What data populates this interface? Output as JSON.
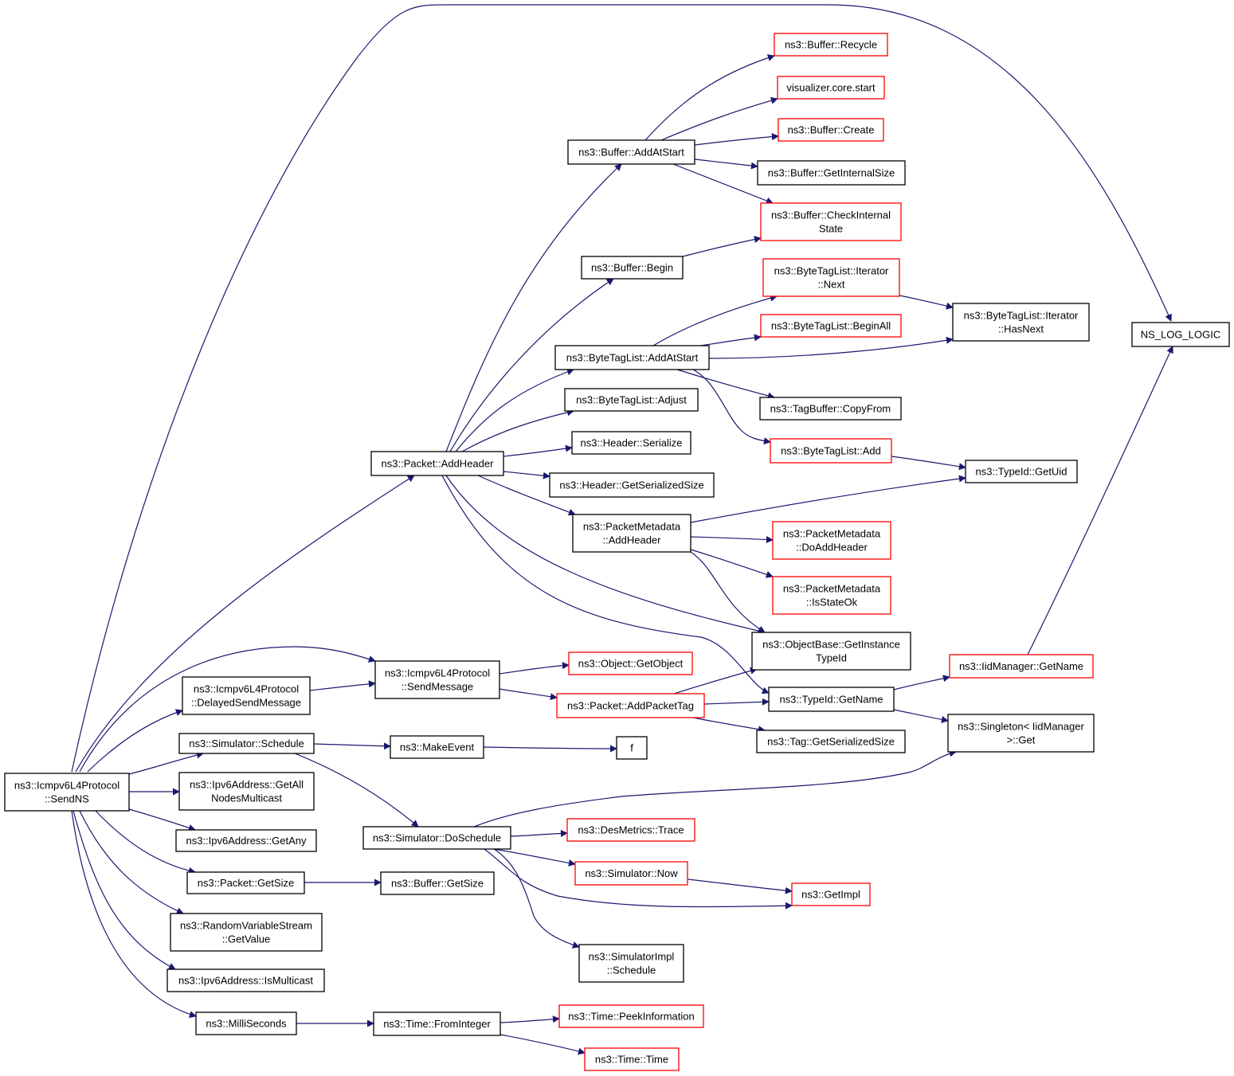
{
  "colors": {
    "edge": "#191970",
    "node_border_black": "#000000",
    "node_border_red": "#ff0000",
    "root_fill": "#bfbfbf"
  },
  "nodes": [
    {
      "id": "sendns",
      "lines": [
        "ns3::Icmpv6L4Protocol",
        "::SendNS"
      ],
      "border": "black",
      "root": true
    },
    {
      "id": "nslog",
      "lines": [
        "NS_LOG_LOGIC"
      ],
      "border": "black"
    },
    {
      "id": "addheader",
      "lines": [
        "ns3::Packet::AddHeader"
      ],
      "border": "black"
    },
    {
      "id": "sendmsg",
      "lines": [
        "ns3::Icmpv6L4Protocol",
        "::SendMessage"
      ],
      "border": "black"
    },
    {
      "id": "delayed",
      "lines": [
        "ns3::Icmpv6L4Protocol",
        "::DelayedSendMessage"
      ],
      "border": "black"
    },
    {
      "id": "schedule",
      "lines": [
        "ns3::Simulator::Schedule"
      ],
      "border": "black"
    },
    {
      "id": "getallnodes",
      "lines": [
        "ns3::Ipv6Address::GetAll",
        "NodesMulticast"
      ],
      "border": "black"
    },
    {
      "id": "getany",
      "lines": [
        "ns3::Ipv6Address::GetAny"
      ],
      "border": "black"
    },
    {
      "id": "pktgetsize",
      "lines": [
        "ns3::Packet::GetSize"
      ],
      "border": "black"
    },
    {
      "id": "rvsgetvalue",
      "lines": [
        "ns3::RandomVariableStream",
        "::GetValue"
      ],
      "border": "black"
    },
    {
      "id": "ismulticast",
      "lines": [
        "ns3::Ipv6Address::IsMulticast"
      ],
      "border": "black"
    },
    {
      "id": "milliseconds",
      "lines": [
        "ns3::MilliSeconds"
      ],
      "border": "black"
    },
    {
      "id": "bufaddatstart",
      "lines": [
        "ns3::Buffer::AddAtStart"
      ],
      "border": "black"
    },
    {
      "id": "bufbegin",
      "lines": [
        "ns3::Buffer::Begin"
      ],
      "border": "black"
    },
    {
      "id": "btlAddAtStart",
      "lines": [
        "ns3::ByteTagList::AddAtStart"
      ],
      "border": "black"
    },
    {
      "id": "btlAdjust",
      "lines": [
        "ns3::ByteTagList::Adjust"
      ],
      "border": "black"
    },
    {
      "id": "hdrSerialize",
      "lines": [
        "ns3::Header::Serialize"
      ],
      "border": "black"
    },
    {
      "id": "hdrGetSerSize",
      "lines": [
        "ns3::Header::GetSerializedSize"
      ],
      "border": "black"
    },
    {
      "id": "pmAddHeader",
      "lines": [
        "ns3::PacketMetadata",
        "::AddHeader"
      ],
      "border": "black"
    },
    {
      "id": "objGetObject",
      "lines": [
        "ns3::Object::GetObject"
      ],
      "border": "red"
    },
    {
      "id": "pktAddPacketTag",
      "lines": [
        "ns3::Packet::AddPacketTag"
      ],
      "border": "red"
    },
    {
      "id": "makeEvent",
      "lines": [
        "ns3::MakeEvent"
      ],
      "border": "black"
    },
    {
      "id": "f",
      "lines": [
        "f"
      ],
      "border": "black"
    },
    {
      "id": "doSchedule",
      "lines": [
        "ns3::Simulator::DoSchedule"
      ],
      "border": "black"
    },
    {
      "id": "bufGetSize",
      "lines": [
        "ns3::Buffer::GetSize"
      ],
      "border": "black"
    },
    {
      "id": "timeFromInteger",
      "lines": [
        "ns3::Time::FromInteger"
      ],
      "border": "black"
    },
    {
      "id": "bufRecycle",
      "lines": [
        "ns3::Buffer::Recycle"
      ],
      "border": "red"
    },
    {
      "id": "vizStart",
      "lines": [
        "visualizer.core.start"
      ],
      "border": "red"
    },
    {
      "id": "bufCreate",
      "lines": [
        "ns3::Buffer::Create"
      ],
      "border": "red"
    },
    {
      "id": "bufGetInternalSize",
      "lines": [
        "ns3::Buffer::GetInternalSize"
      ],
      "border": "black"
    },
    {
      "id": "bufCheckInternal",
      "lines": [
        "ns3::Buffer::CheckInternal",
        "State"
      ],
      "border": "red"
    },
    {
      "id": "btlIterNext",
      "lines": [
        "ns3::ByteTagList::Iterator",
        "::Next"
      ],
      "border": "red"
    },
    {
      "id": "btlBeginAll",
      "lines": [
        "ns3::ByteTagList::BeginAll"
      ],
      "border": "red"
    },
    {
      "id": "tagBufCopyFrom",
      "lines": [
        "ns3::TagBuffer::CopyFrom"
      ],
      "border": "black"
    },
    {
      "id": "btlAdd",
      "lines": [
        "ns3::ByteTagList::Add"
      ],
      "border": "red"
    },
    {
      "id": "pmDoAddHeader",
      "lines": [
        "ns3::PacketMetadata",
        "::DoAddHeader"
      ],
      "border": "red"
    },
    {
      "id": "pmIsStateOk",
      "lines": [
        "ns3::PacketMetadata",
        "::IsStateOk"
      ],
      "border": "red"
    },
    {
      "id": "objBaseGetInstance",
      "lines": [
        "ns3::ObjectBase::GetInstance",
        "TypeId"
      ],
      "border": "black"
    },
    {
      "id": "typeIdGetName",
      "lines": [
        "ns3::TypeId::GetName"
      ],
      "border": "black"
    },
    {
      "id": "tagGetSerSize",
      "lines": [
        "ns3::Tag::GetSerializedSize"
      ],
      "border": "black"
    },
    {
      "id": "desMetricsTrace",
      "lines": [
        "ns3::DesMetrics::Trace"
      ],
      "border": "red"
    },
    {
      "id": "simNow",
      "lines": [
        "ns3::Simulator::Now"
      ],
      "border": "red"
    },
    {
      "id": "getImpl",
      "lines": [
        "ns3::GetImpl"
      ],
      "border": "red"
    },
    {
      "id": "simImplSchedule",
      "lines": [
        "ns3::SimulatorImpl",
        "::Schedule"
      ],
      "border": "black"
    },
    {
      "id": "timePeekInfo",
      "lines": [
        "ns3::Time::PeekInformation"
      ],
      "border": "red"
    },
    {
      "id": "timeTime",
      "lines": [
        "ns3::Time::Time"
      ],
      "border": "red"
    },
    {
      "id": "btlIterHasNext",
      "lines": [
        "ns3::ByteTagList::Iterator",
        "::HasNext"
      ],
      "border": "black"
    },
    {
      "id": "typeIdGetUid",
      "lines": [
        "ns3::TypeId::GetUid"
      ],
      "border": "black"
    },
    {
      "id": "iidMgrGetName",
      "lines": [
        "ns3::IidManager::GetName"
      ],
      "border": "red"
    },
    {
      "id": "singletonGet",
      "lines": [
        "ns3::Singleton< IidManager",
        ">::Get"
      ],
      "border": "black"
    }
  ],
  "edges": [
    [
      "sendns",
      "nslog"
    ],
    [
      "sendns",
      "addheader"
    ],
    [
      "sendns",
      "sendmsg"
    ],
    [
      "sendns",
      "delayed"
    ],
    [
      "sendns",
      "schedule"
    ],
    [
      "sendns",
      "getallnodes"
    ],
    [
      "sendns",
      "getany"
    ],
    [
      "sendns",
      "pktgetsize"
    ],
    [
      "sendns",
      "rvsgetvalue"
    ],
    [
      "sendns",
      "ismulticast"
    ],
    [
      "sendns",
      "milliseconds"
    ],
    [
      "addheader",
      "bufaddatstart"
    ],
    [
      "addheader",
      "bufbegin"
    ],
    [
      "addheader",
      "btlAddAtStart"
    ],
    [
      "addheader",
      "btlAdjust"
    ],
    [
      "addheader",
      "hdrSerialize"
    ],
    [
      "addheader",
      "hdrGetSerSize"
    ],
    [
      "addheader",
      "pmAddHeader"
    ],
    [
      "addheader",
      "objBaseGetInstance"
    ],
    [
      "addheader",
      "typeIdGetName"
    ],
    [
      "delayed",
      "sendmsg"
    ],
    [
      "sendmsg",
      "objGetObject"
    ],
    [
      "sendmsg",
      "pktAddPacketTag"
    ],
    [
      "schedule",
      "makeEvent"
    ],
    [
      "schedule",
      "doSchedule"
    ],
    [
      "makeEvent",
      "f"
    ],
    [
      "pktgetsize",
      "bufGetSize"
    ],
    [
      "milliseconds",
      "timeFromInteger"
    ],
    [
      "bufaddatstart",
      "bufRecycle"
    ],
    [
      "bufaddatstart",
      "vizStart"
    ],
    [
      "bufaddatstart",
      "bufCreate"
    ],
    [
      "bufaddatstart",
      "bufGetInternalSize"
    ],
    [
      "bufaddatstart",
      "bufCheckInternal"
    ],
    [
      "bufbegin",
      "bufCheckInternal"
    ],
    [
      "btlAddAtStart",
      "btlIterNext"
    ],
    [
      "btlAddAtStart",
      "btlBeginAll"
    ],
    [
      "btlAddAtStart",
      "btlIterHasNext"
    ],
    [
      "btlAddAtStart",
      "tagBufCopyFrom"
    ],
    [
      "btlAddAtStart",
      "btlAdd"
    ],
    [
      "btlIterNext",
      "btlIterHasNext"
    ],
    [
      "btlAdd",
      "typeIdGetUid"
    ],
    [
      "pmAddHeader",
      "typeIdGetUid"
    ],
    [
      "pmAddHeader",
      "pmDoAddHeader"
    ],
    [
      "pmAddHeader",
      "pmIsStateOk"
    ],
    [
      "pmAddHeader",
      "objBaseGetInstance"
    ],
    [
      "pktAddPacketTag",
      "objBaseGetInstance"
    ],
    [
      "pktAddPacketTag",
      "typeIdGetName"
    ],
    [
      "pktAddPacketTag",
      "tagGetSerSize"
    ],
    [
      "typeIdGetName",
      "iidMgrGetName"
    ],
    [
      "typeIdGetName",
      "singletonGet"
    ],
    [
      "iidMgrGetName",
      "nslog"
    ],
    [
      "doSchedule",
      "singletonGet"
    ],
    [
      "doSchedule",
      "desMetricsTrace"
    ],
    [
      "doSchedule",
      "simNow"
    ],
    [
      "doSchedule",
      "getImpl"
    ],
    [
      "doSchedule",
      "simImplSchedule"
    ],
    [
      "simNow",
      "getImpl"
    ],
    [
      "timeFromInteger",
      "timePeekInfo"
    ],
    [
      "timeFromInteger",
      "timeTime"
    ]
  ]
}
